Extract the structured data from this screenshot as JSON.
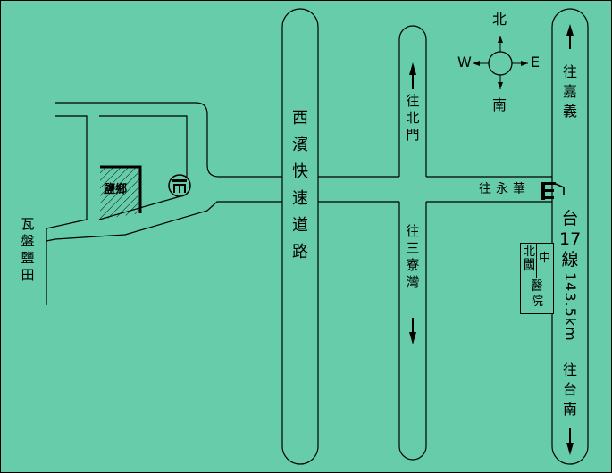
{
  "map": {
    "compass": {
      "north": "北",
      "south": "南",
      "east": "E",
      "west": "W"
    },
    "roads": {
      "expressway": "西濱快速道路",
      "route17": "台17線",
      "route17_km": "143.5km"
    },
    "directions": {
      "to_jiayi": "往嘉義",
      "to_beimen": "往北門",
      "to_yonghua": "往永華",
      "to_sanliaowan": "往三寮灣",
      "to_tainan": "往台南"
    },
    "places": {
      "wapan_salt_field": "瓦盤鹽田",
      "salt_village": "鹽鄉",
      "hospital_line1_a": "北門",
      "hospital_line1_b": "中",
      "hospital_line2": "國",
      "hospital_line3": "醫院"
    },
    "colors": {
      "background": "#66ccaa",
      "lines": "#000000"
    }
  }
}
